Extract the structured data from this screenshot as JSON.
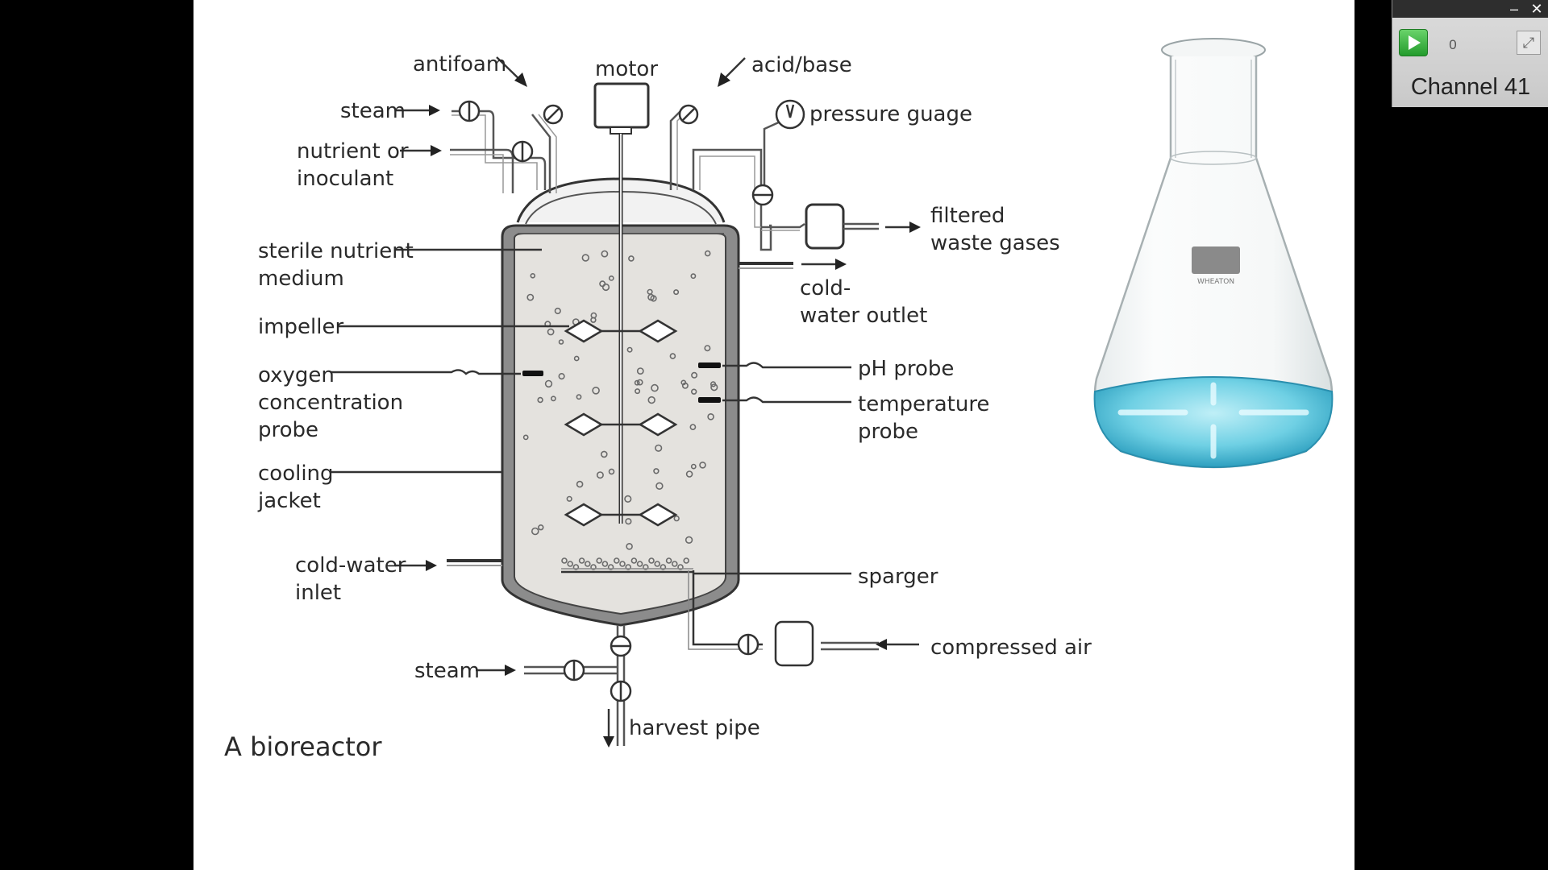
{
  "diagram": {
    "labels": {
      "antifoam": "antifoam",
      "motor": "motor",
      "acid_base": "acid/base",
      "steam_top": "steam",
      "pressure_gauge": "pressure guage",
      "nutrient_1": "nutrient or",
      "nutrient_2": "inoculant",
      "filtered_1": "filtered",
      "filtered_2": "waste gases",
      "sterile_1": "sterile nutrient",
      "sterile_2": "medium",
      "cold_out_1": "cold-",
      "cold_out_2": "water outlet",
      "impeller": "impeller",
      "ph_probe": "pH probe",
      "oxygen_1": "oxygen",
      "oxygen_2": "concentration",
      "oxygen_3": "probe",
      "temp_1": "temperature",
      "temp_2": "probe",
      "cooling_1": "cooling",
      "cooling_2": "jacket",
      "cold_in_1": "cold-water",
      "cold_in_2": "inlet",
      "sparger": "sparger",
      "compressed_air": "compressed air",
      "steam_bottom": "steam",
      "harvest_pipe": "harvest pipe"
    },
    "caption": "A bioreactor"
  },
  "flask": {
    "label": "WHEATON"
  },
  "widget": {
    "minimize": "–",
    "close": "✕",
    "count": "0",
    "expand": "⤢",
    "channel": "Channel 41"
  }
}
